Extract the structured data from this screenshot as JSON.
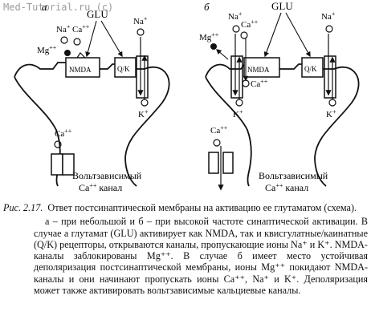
{
  "watermark": "Med-Tutorial.ru (c)",
  "panel_a": {
    "letter": "а",
    "glu": "GLU",
    "na_top": "Na",
    "na_top_sup": "+",
    "na_left": "Na",
    "na_left_sup": "+",
    "ca_left": "Ca",
    "ca_left_sup": "++",
    "mg": "Mg",
    "mg_sup": "++",
    "nmda": "NMDA",
    "qk": "Q/K",
    "k": "K",
    "k_sup": "+",
    "ca_bottom": "Ca",
    "ca_bottom_sup": "++",
    "channel_label_line1": "Вольтзависимый",
    "channel_label_line2a": "Ca",
    "channel_label_line2_sup": "++",
    "channel_label_line2b": " канал"
  },
  "panel_b": {
    "letter": "б",
    "glu": "GLU",
    "na_left": "Na",
    "na_left_sup": "+",
    "ca_top": "Ca",
    "ca_top_sup": "++",
    "na_right": "Na",
    "na_right_sup": "+",
    "mg": "Mg",
    "mg_sup": "++",
    "nmda": "NMDA",
    "qk": "Q/K",
    "ca_inside": "Ca",
    "ca_inside_sup": "++",
    "k_left": "K",
    "k_left_sup": "+",
    "k_right": "K",
    "k_right_sup": "+",
    "ca_bottom": "Ca",
    "ca_bottom_sup": "++",
    "channel_label_line1": "Вольтзависимый",
    "channel_label_line2a": "Ca",
    "channel_label_line2_sup": "++",
    "channel_label_line2b": " канал"
  },
  "caption": {
    "label": "Рис. 2.17.",
    "title": "Ответ постсинаптической мембраны на активацию ее глутаматом (схема).",
    "paragraph1": "а – при небольшой и б – при высокой частоте синаптической активации. В случае а глутамат (GLU) активирует как NMDA, так и квисгулатные/каинатные (Q/K) рецепторы, открываются каналы, пропускающие ионы Na⁺ и K⁺. NMDA-каналы заблокированы Mg⁺⁺. В случае б имеет место устойчивая деполяризация постсинаптической мембраны, ионы Mg⁺⁺ покидают NMDA-каналы и они начинают пропускать ионы Ca⁺⁺, Na⁺ и K⁺. Деполяризация может также активировать вольтзависимые кальциевые каналы."
  }
}
